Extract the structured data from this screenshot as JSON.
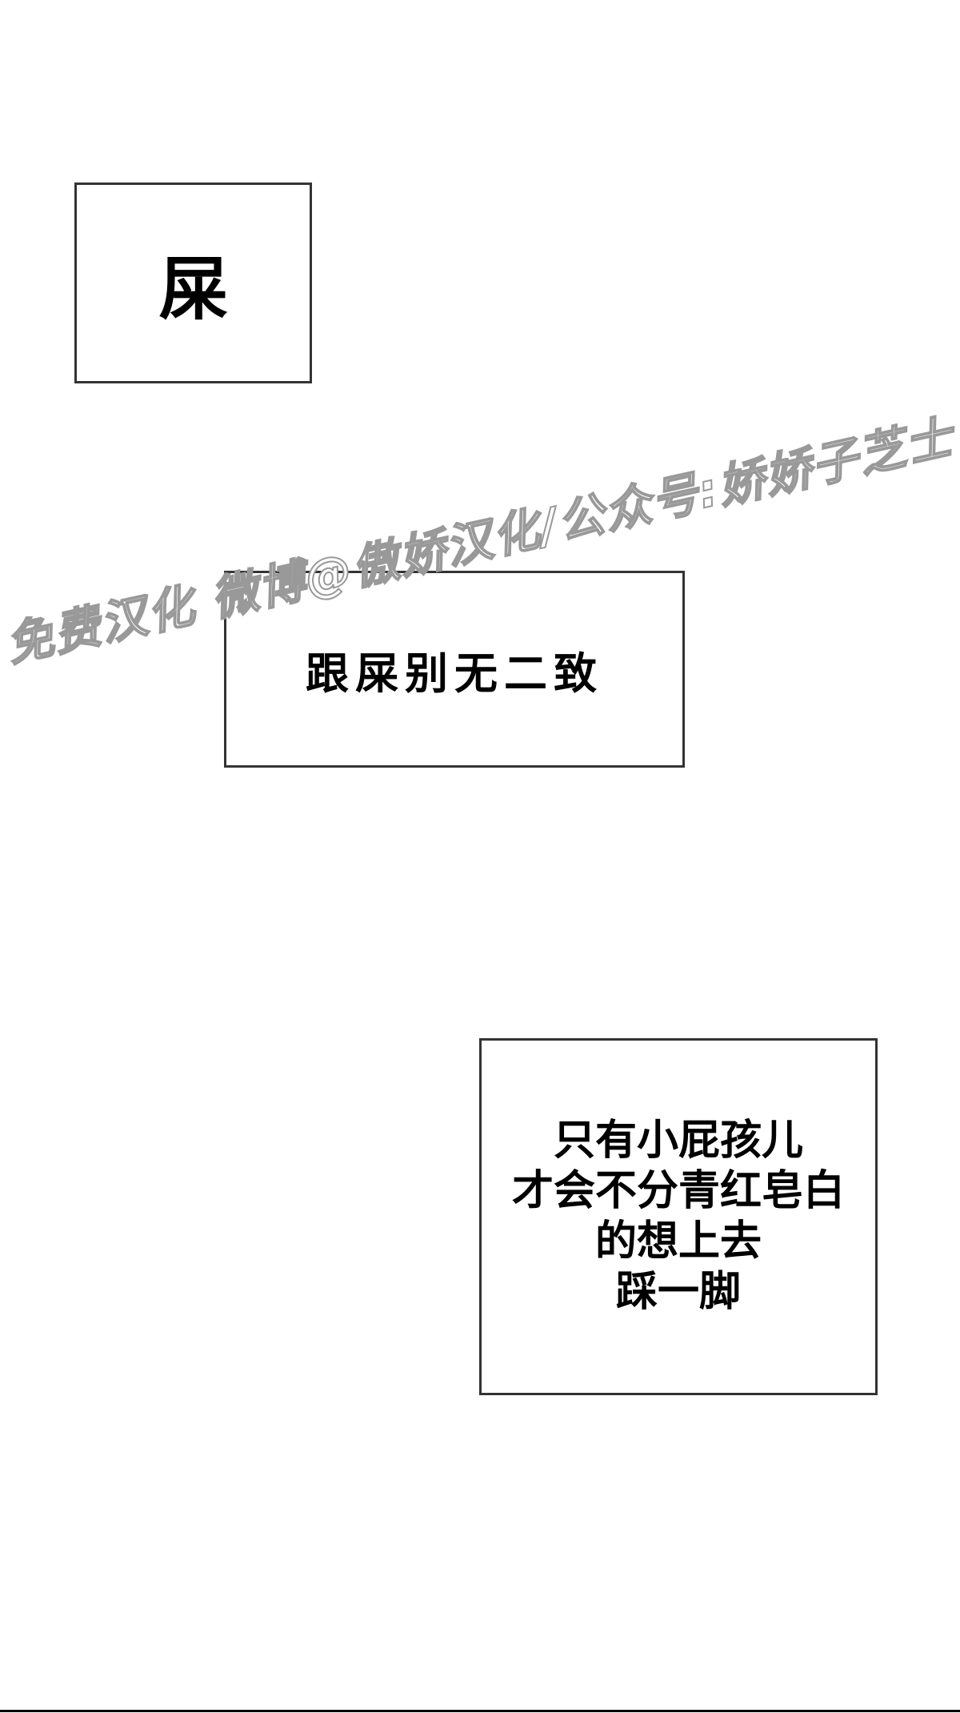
{
  "panels": [
    {
      "text": "屎"
    },
    {
      "text": "跟屎别无二致"
    },
    {
      "lines": [
        "只有小屁孩儿",
        "才会不分青红皂白",
        "的想上去",
        "踩一脚"
      ]
    }
  ],
  "watermark": "免费汉化 微博@傲娇汉化/公众号:娇娇子芝士"
}
